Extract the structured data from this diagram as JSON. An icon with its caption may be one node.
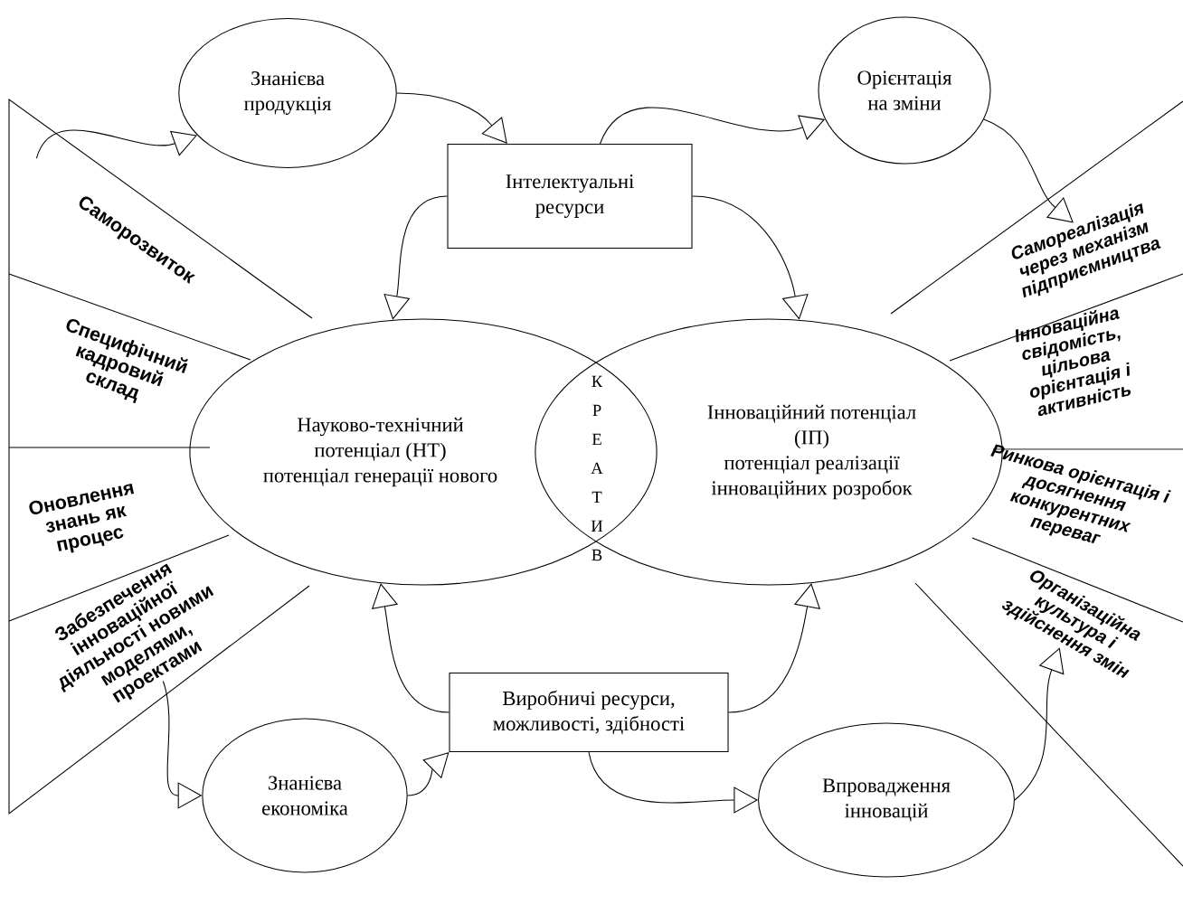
{
  "diagram": {
    "nodes": [
      {
        "text": [
          "Знанієва продукція"
        ]
      },
      {
        "text": [
          "Орієнтація на зміни"
        ]
      },
      {
        "text": [
          "Інтелектуальні ресурси"
        ]
      },
      {
        "text": [
          "Науково-технічний потенціал (НТ)",
          "потенціал генерації нового"
        ]
      },
      {
        "text": [
          "Інноваційний потенціал (ІП)",
          "потенціал реалізації інноваційних розробок"
        ]
      },
      {
        "text": [
          "Виробничі ресурси, можливості, здібності"
        ]
      },
      {
        "text": [
          "Знанієва економіка"
        ]
      },
      {
        "text": [
          "Впровадження інновацій"
        ]
      },
      {
        "text": [
          "Саморозвиток"
        ]
      },
      {
        "text": [
          "Специфічний кадровий склад"
        ]
      },
      {
        "text": [
          "Оновлення знань як процес"
        ]
      },
      {
        "text": [
          "Забезпечення інноваційної діяльності новими моделями, проектами"
        ]
      },
      {
        "text": [
          "Самореалізація через механізм підприємництва"
        ]
      },
      {
        "text": [
          "Інноваційна свідомість, цільова орієнтація і активність"
        ]
      },
      {
        "text": [
          "Ринкова орієнтація і досягнення конкурентних переваг"
        ]
      },
      {
        "text": [
          "Організаційна культура і здійснення змін"
        ]
      }
    ],
    "edges": [
      {
        "from": 8,
        "to": 0,
        "arrow": "to"
      },
      {
        "from": 0,
        "to": 2,
        "arrow": "to"
      },
      {
        "from": 2,
        "to": 1,
        "arrow": "to"
      },
      {
        "from": 1,
        "to": 12,
        "arrow": "to"
      },
      {
        "from": 2,
        "to": 3,
        "arrow": "to"
      },
      {
        "from": 2,
        "to": 4,
        "arrow": "to"
      },
      {
        "from": 5,
        "to": 3,
        "arrow": "to"
      },
      {
        "from": 5,
        "to": 4,
        "arrow": "to"
      },
      {
        "from": 11,
        "to": 6,
        "arrow": "to"
      },
      {
        "from": 6,
        "to": 5,
        "arrow": "to"
      },
      {
        "from": 5,
        "to": 7,
        "arrow": "to"
      },
      {
        "from": 7,
        "to": 15,
        "arrow": "to"
      }
    ],
    "labels": [
      "КРЕАТИВ"
    ]
  }
}
